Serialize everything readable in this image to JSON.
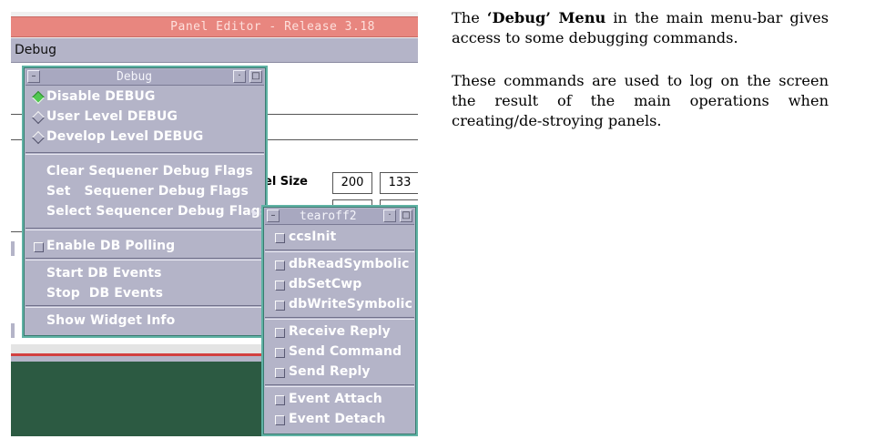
{
  "window": {
    "title": "Panel Editor - Release 3.18",
    "menu": "Debug",
    "panel_size_label": "el Size",
    "panel_width": "200",
    "panel_height": "133"
  },
  "debug_menu": {
    "title": "Debug",
    "radio_items": [
      {
        "label": "Disable DEBUG",
        "selected": true
      },
      {
        "label": "User Level DEBUG",
        "selected": false
      },
      {
        "label": "Develop Level DEBUG",
        "selected": false
      }
    ],
    "flag_items": [
      "Clear Sequener Debug Flags",
      "Set   Sequener Debug Flags",
      "Select Sequencer Debug Flags"
    ],
    "polling_item": "Enable DB Polling",
    "event_items": [
      "Start DB Events",
      "Stop  DB Events"
    ],
    "info_item": "Show Widget Info"
  },
  "tearoff2": {
    "title": "tearoff2",
    "groups": [
      [
        "ccsInit"
      ],
      [
        "dbReadSymbolic",
        "dbSetCwp",
        "dbWriteSymbolic"
      ],
      [
        "Receive Reply",
        "Send Command",
        "Send Reply"
      ],
      [
        "Event Attach",
        "Event Detach"
      ]
    ]
  },
  "description": {
    "p1_prefix": "The ",
    "p1_bold": "‘Debug’ Menu",
    "p1_rest": " in the main menu-bar gives access to some debugging commands.",
    "p2": "These commands are used to log on the screen the result of the main operations when creating/de-stroying panels."
  },
  "colors": {
    "menu_bg": "#b4b4c8",
    "frame_border": "#5fb2a4",
    "title_strip": "#e8867f",
    "radio_on": "#50c850"
  }
}
